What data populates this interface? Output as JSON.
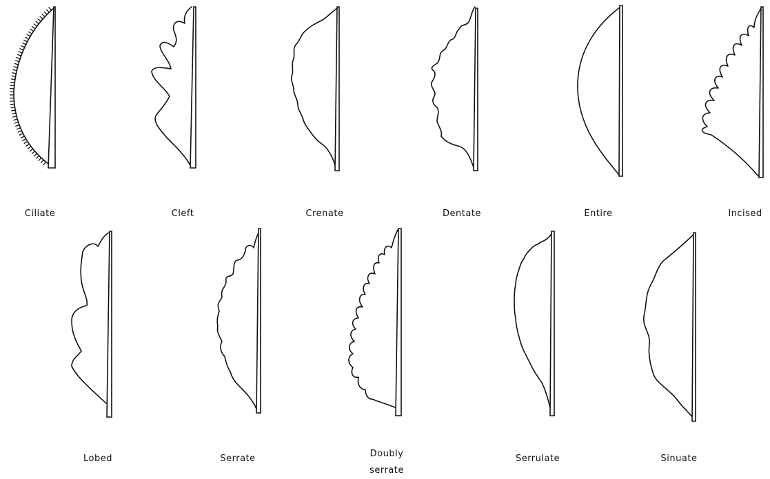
{
  "figure": {
    "leaves": [
      {
        "id": "ciliate",
        "label": "Ciliate"
      },
      {
        "id": "cleft",
        "label": "Cleft"
      },
      {
        "id": "crenate",
        "label": "Crenate"
      },
      {
        "id": "dentate",
        "label": "Dentate"
      },
      {
        "id": "entire",
        "label": "Entire"
      },
      {
        "id": "incised",
        "label": "Incised"
      },
      {
        "id": "lobed",
        "label": "Lobed"
      },
      {
        "id": "serrate",
        "label": "Serrate"
      },
      {
        "id": "doubly-serrate",
        "label": "Doubly serrate",
        "label_lines": [
          "Doubly",
          "serrate"
        ]
      },
      {
        "id": "serrulate",
        "label": "Serrulate"
      },
      {
        "id": "sinuate",
        "label": "Sinuate"
      }
    ]
  }
}
